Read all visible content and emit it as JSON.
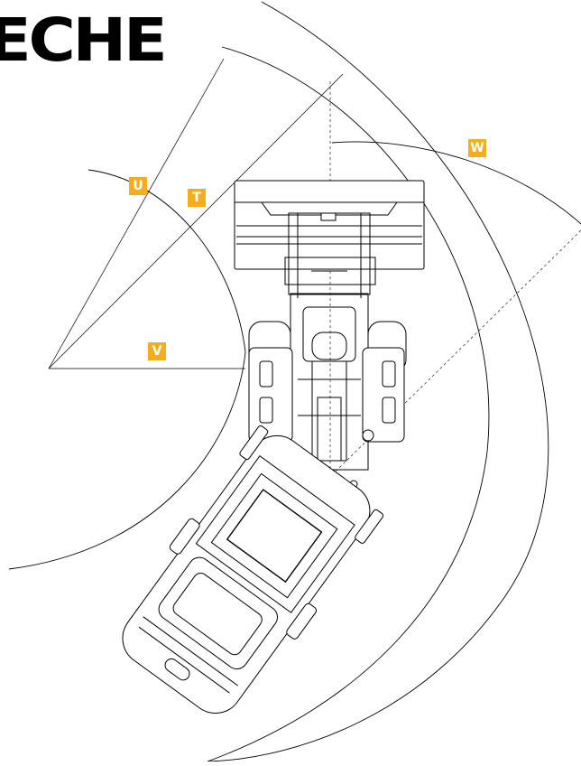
{
  "brand": {
    "name": "ECHE"
  },
  "labels": {
    "u": "U",
    "t": "T",
    "v": "V",
    "w": "W"
  },
  "colors": {
    "tag_fill": "#f2ae1c",
    "tag_text": "#ffffff",
    "line": "#000000"
  }
}
